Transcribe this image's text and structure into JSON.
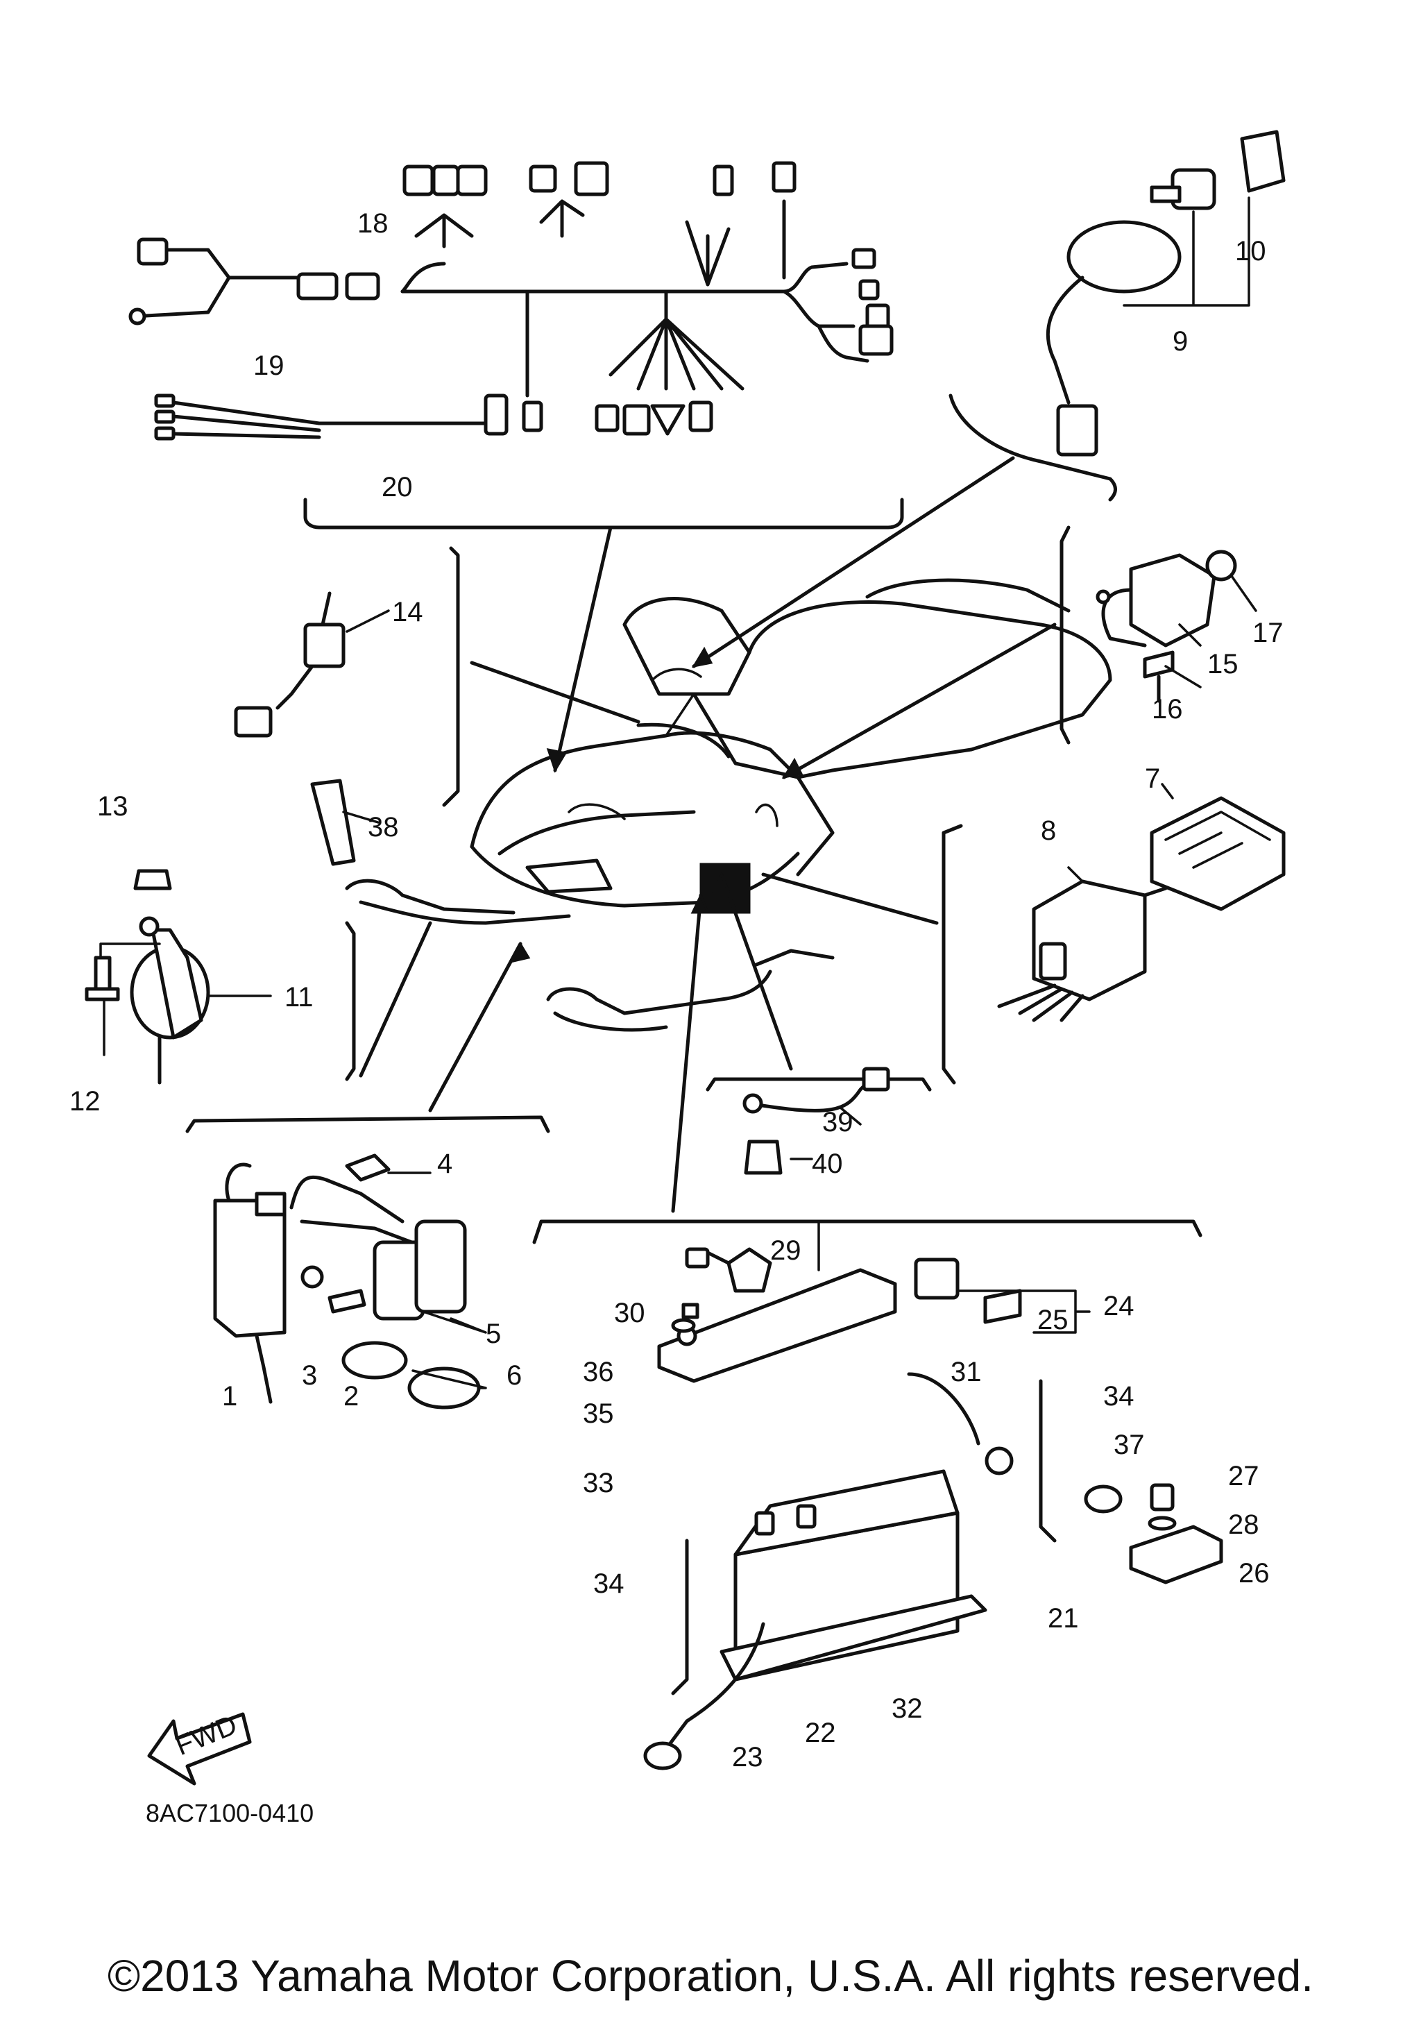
{
  "diagram": {
    "callouts": [
      "1",
      "2",
      "3",
      "4",
      "5",
      "6",
      "7",
      "8",
      "9",
      "10",
      "11",
      "12",
      "13",
      "14",
      "15",
      "16",
      "17",
      "18",
      "19",
      "20",
      "21",
      "22",
      "23",
      "24",
      "25",
      "26",
      "27",
      "28",
      "29",
      "30",
      "31",
      "32",
      "33",
      "34",
      "35",
      "36",
      "37",
      "38",
      "39",
      "40"
    ],
    "fwd_label": "FWD",
    "drawing_code": "8AC7100-0410"
  },
  "footer": {
    "copyright": "©2013 Yamaha Motor Corporation, U.S.A. All rights reserved."
  }
}
